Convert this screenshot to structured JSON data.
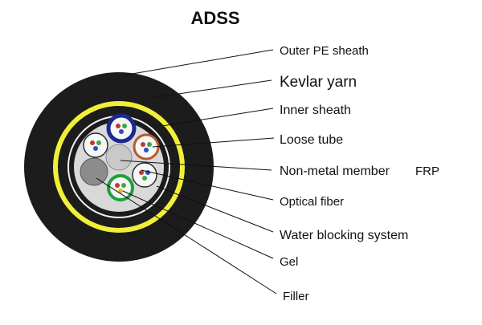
{
  "title": "ADSS",
  "labels": {
    "outer_pe_sheath": "Outer PE sheath",
    "kevlar_yarn": "Kevlar yarn",
    "inner_sheath": "Inner sheath",
    "loose_tube": "Loose tube",
    "non_metal_member": "Non-metal member",
    "frp": "FRP",
    "optical_fiber": "Optical fiber",
    "water_blocking_system": "Water blocking system",
    "gel": "Gel",
    "filler": "Filler"
  },
  "colors": {
    "outer_sheath": "#1c1c1c",
    "kevlar_ring": "#f0f03a",
    "inner_core": "#d9d9d9",
    "filler": "#8c8c8c",
    "tube_blue": "#1a2a8c",
    "tube_orange": "#b85a2e",
    "tube_green": "#1ea03a",
    "fiber_red": "#c0392b",
    "fiber_green": "#3aa84a",
    "fiber_blue": "#2b4fb8",
    "fiber_yellow": "#d4c020"
  }
}
